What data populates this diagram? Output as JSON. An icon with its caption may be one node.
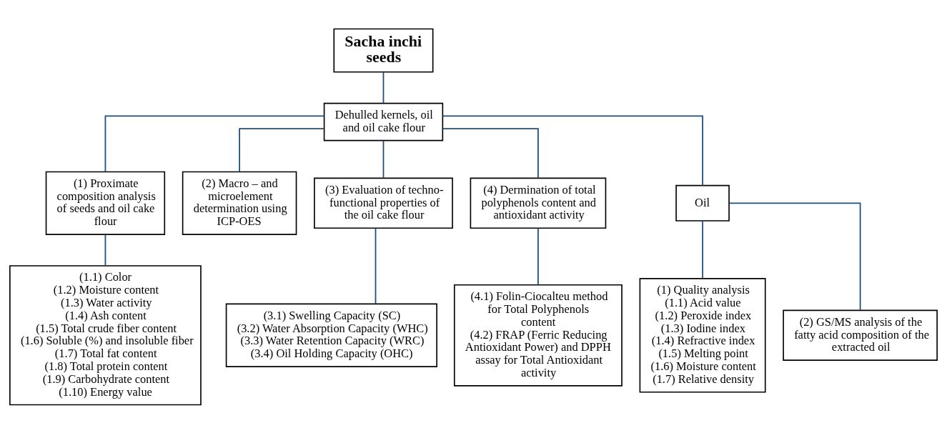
{
  "diagram": {
    "nodes": [
      {
        "text": [
          "Sacha inchi seeds"
        ]
      },
      {
        "text": [
          "Dehulled kernels, oil and oil cake flour"
        ]
      },
      {
        "text": [
          "(1) Proximate composition analysis of seeds and oil cake flour"
        ]
      },
      {
        "text": [
          "(2) Macro – and microelement determination using ICP-OES"
        ]
      },
      {
        "text": [
          "(3) Evaluation of techno-functional properties of the oil cake flour"
        ]
      },
      {
        "text": [
          "(4) Dermination of total polyphenols content and antioxidant activity"
        ]
      },
      {
        "text": [
          "Oil"
        ]
      },
      {
        "text": [
          "(1.1) Color",
          "(1.2) Moisture content",
          "(1.3) Water activity",
          "(1.4) Ash content",
          "(1.5) Total crude fiber content",
          "(1.6) Soluble (%) and insoluble fiber",
          "(1.7) Total fat content",
          "(1.8) Total protein content",
          "(1.9) Carbohydrate content",
          "(1.10) Energy value"
        ]
      },
      {
        "text": [
          "(3.1) Swelling Capacity (SC)",
          "(3.2) Water Absorption Capacity (WHC)",
          "(3.3) Water Retention Capacity (WRC)",
          "(3.4) Oil Holding Capacity (OHC)"
        ]
      },
      {
        "text": [
          "(4.1) Folin-Ciocalteu method for Total Polyphenols content",
          "(4.2) FRAP (Ferric Reducing Antioxidant Power) and DPPH assay for Total Antioxidant activity"
        ]
      },
      {
        "text": [
          "(1) Quality analysis",
          "(1.1) Acid value",
          "(1.2) Peroxide index",
          "(1.3) Iodine index",
          "(1.4) Refractive index",
          "(1.5) Melting point",
          "(1.6) Moisture content",
          "(1.7) Relative density"
        ]
      },
      {
        "text": [
          "(2) GS/MS analysis of the fatty acid composition of the extracted oil"
        ]
      }
    ],
    "edges": [
      {
        "from": 0,
        "to": 1,
        "arrow": "none"
      },
      {
        "from": 1,
        "to": 2,
        "arrow": "none"
      },
      {
        "from": 1,
        "to": 3,
        "arrow": "none"
      },
      {
        "from": 1,
        "to": 4,
        "arrow": "none"
      },
      {
        "from": 1,
        "to": 5,
        "arrow": "none"
      },
      {
        "from": 1,
        "to": 6,
        "arrow": "none"
      },
      {
        "from": 2,
        "to": 7,
        "arrow": "none"
      },
      {
        "from": 4,
        "to": 8,
        "arrow": "none"
      },
      {
        "from": 5,
        "to": 9,
        "arrow": "none"
      },
      {
        "from": 6,
        "to": 10,
        "arrow": "none"
      },
      {
        "from": 6,
        "to": 11,
        "arrow": "none"
      }
    ]
  }
}
